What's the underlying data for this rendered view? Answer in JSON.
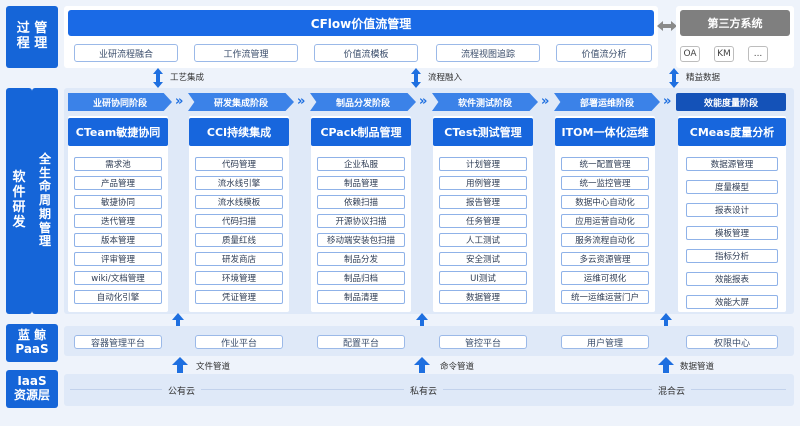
{
  "sections": {
    "process": "过 管\n程 理",
    "software_left": "软\n件\n研\n发",
    "software_right": "全\n生\n命\n周\n期\n管\n理",
    "paas": "蓝 鲸\nPaaS",
    "iaas": "IaaS\n资源层"
  },
  "process_mgmt": {
    "title": "CFlow价值流管理",
    "items": [
      "业研流程融合",
      "工作流管理",
      "价值流模板",
      "流程视图追踪",
      "价值流分析"
    ]
  },
  "third_party": {
    "title": "第三方系统",
    "items": [
      "OA",
      "KM",
      "..."
    ]
  },
  "flow_labels": [
    "工艺集成",
    "流程融入",
    "精益数据"
  ],
  "phases": [
    "业研协同阶段",
    "研发集成阶段",
    "制品分发阶段",
    "软件测试阶段",
    "部署运维阶段",
    "效能度量阶段"
  ],
  "columns": [
    {
      "title": "CTeam敏捷协同",
      "items": [
        "需求池",
        "产品管理",
        "敏捷协同",
        "迭代管理",
        "版本管理",
        "评审管理",
        "wiki/文档管理",
        "自动化引擎"
      ]
    },
    {
      "title": "CCI持续集成",
      "items": [
        "代码管理",
        "流水线引擎",
        "流水线模板",
        "代码扫描",
        "质量红线",
        "研发商店",
        "环境管理",
        "凭证管理"
      ]
    },
    {
      "title": "CPack制品管理",
      "items": [
        "企业私服",
        "制品管理",
        "依赖扫描",
        "开源协议扫描",
        "移动端安装包扫描",
        "制品分发",
        "制品归档",
        "制品清理"
      ]
    },
    {
      "title": "CTest测试管理",
      "items": [
        "计划管理",
        "用例管理",
        "报告管理",
        "任务管理",
        "人工测试",
        "安全测试",
        "UI测试",
        "数据管理"
      ]
    },
    {
      "title": "ITOM一体化运维",
      "items": [
        "统一配置管理",
        "统一监控管理",
        "数据中心自动化",
        "应用运营自动化",
        "服务流程自动化",
        "多云资源管理",
        "运维可视化",
        "统一运维运营门户"
      ]
    },
    {
      "title": "CMeas度量分析",
      "items": [
        "数据源管理",
        "度量模型",
        "报表设计",
        "模板管理",
        "指标分析",
        "效能报表",
        "效能大屏"
      ]
    }
  ],
  "paas_items": [
    "容器管理平台",
    "作业平台",
    "配置平台",
    "管控平台",
    "用户管理",
    "权限中心"
  ],
  "pipe_labels": [
    "文件管道",
    "命令管道",
    "数据管道"
  ],
  "iaas_items": [
    "公有云",
    "私有云",
    "混合云"
  ]
}
